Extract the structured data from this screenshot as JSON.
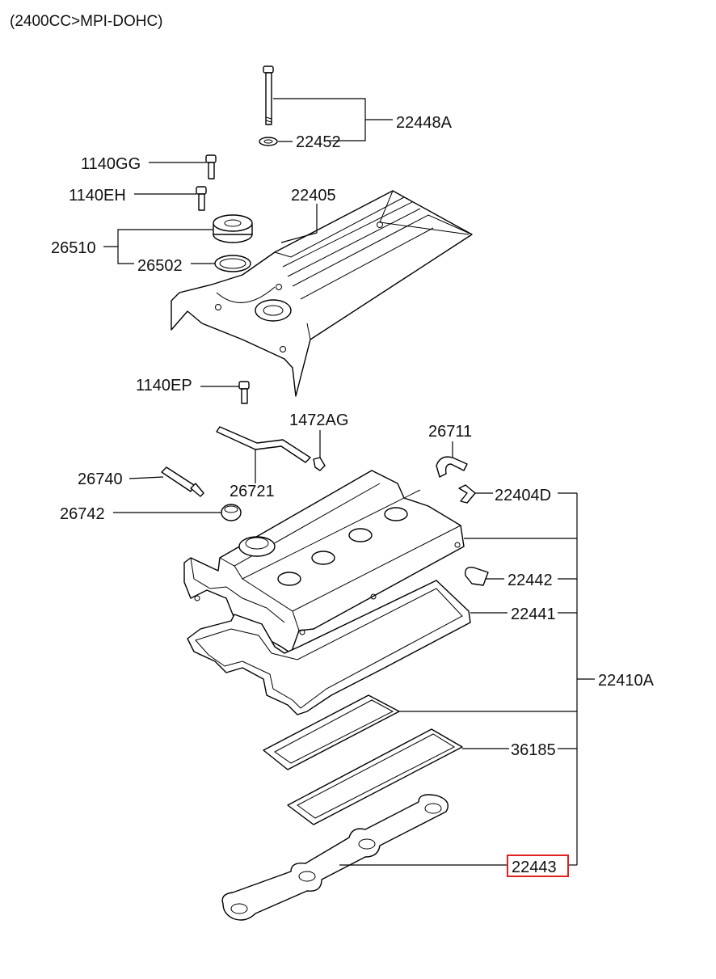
{
  "header": {
    "title": "(2400CC>MPI-DOHC)"
  },
  "colors": {
    "highlight": "#e02020",
    "line": "#000000"
  },
  "labels": {
    "p22448A": "22448A",
    "p22452": "22452",
    "p1140GG": "1140GG",
    "p1140EH": "1140EH",
    "p22405": "22405",
    "p26510": "26510",
    "p26502": "26502",
    "p1140EP": "1140EP",
    "p1472AG": "1472AG",
    "p26711": "26711",
    "p26740": "26740",
    "p26721": "26721",
    "p22404D": "22404D",
    "p26742": "26742",
    "p22442": "22442",
    "p22441": "22441",
    "p22410A": "22410A",
    "p36185": "36185",
    "p22443": "22443"
  },
  "highlighted_part": "22443"
}
